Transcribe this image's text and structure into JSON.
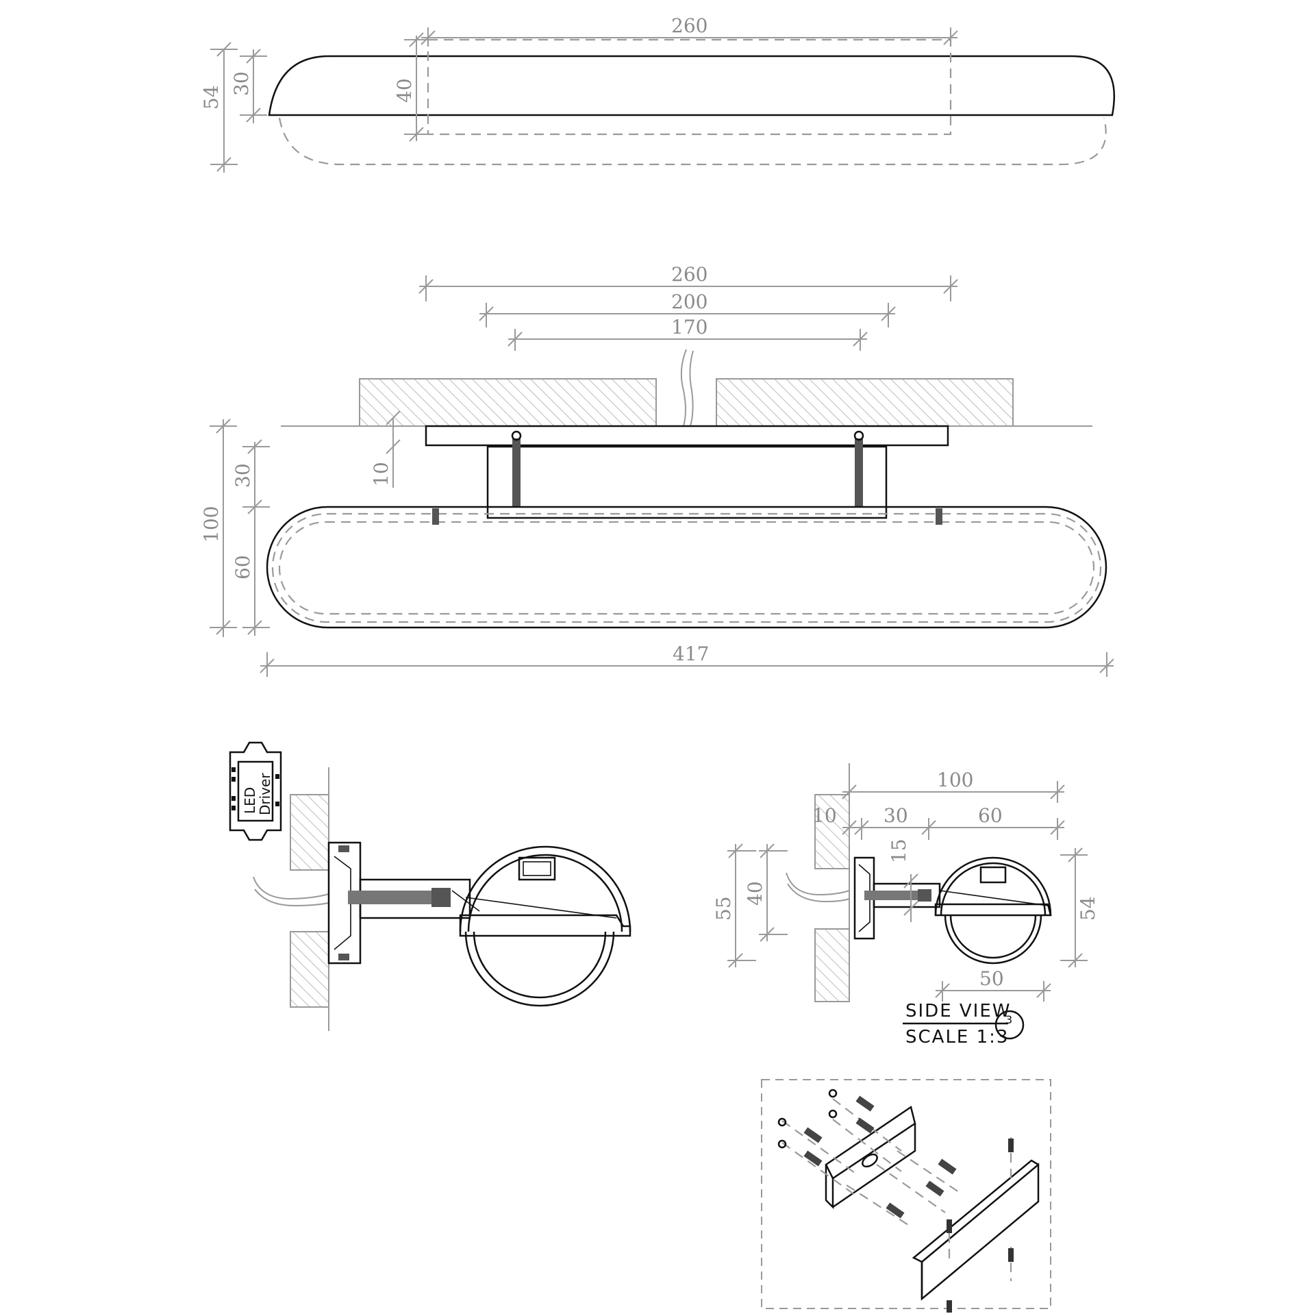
{
  "top_view": {
    "dims": {
      "total_height": "54",
      "body_height": "30",
      "recess_height": "40",
      "recess_width": "260"
    }
  },
  "front_view": {
    "dims": {
      "w260": "260",
      "w200": "200",
      "w170": "170",
      "gap": "10",
      "h30": "30",
      "h60": "60",
      "h100": "100",
      "total_width": "417"
    }
  },
  "side_view_left": {
    "driver_label_line1": "LED",
    "driver_label_line2": "Driver"
  },
  "side_view_right": {
    "dims": {
      "d100": "100",
      "d10": "10",
      "d30": "30",
      "d60": "60",
      "d15": "15",
      "d55": "55",
      "d40": "40",
      "d54": "54",
      "d50": "50"
    },
    "title": "SIDE VIEW",
    "scale": "SCALE 1:3",
    "callout_number": "3"
  }
}
